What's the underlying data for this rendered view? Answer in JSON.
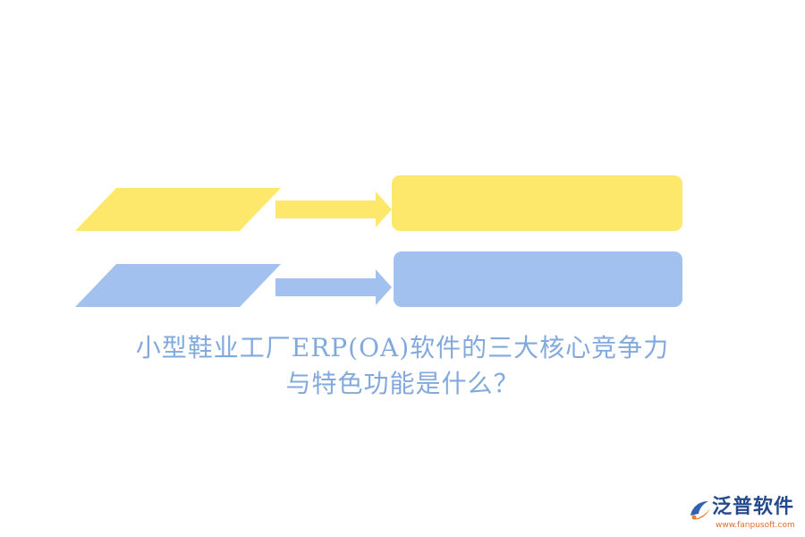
{
  "title": {
    "line1": "小型鞋业工厂ERP(OA)软件的三大核心竞争力",
    "line2": "与特色功能是什么？"
  },
  "diagram": {
    "rows": [
      {
        "name": "row-1",
        "color": "#fde86b"
      },
      {
        "name": "row-2",
        "color": "#a2c1ee"
      }
    ]
  },
  "brand": {
    "name": "泛普软件",
    "url": "www.fanpusoft.com",
    "colors": {
      "name": "#244a8c",
      "url": "#e36c2b",
      "mark_blue": "#2f62b3",
      "mark_orange": "#f07c2a"
    }
  },
  "colors": {
    "yellow": "#fde86b",
    "blue": "#a2c1ee",
    "title": "#82a9dd"
  }
}
